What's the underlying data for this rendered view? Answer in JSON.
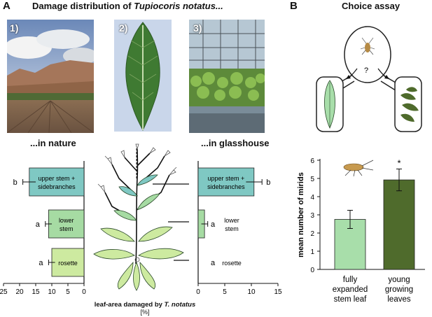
{
  "panelA": {
    "letter": "A",
    "title_prefix": "Damage distribution of ",
    "title_italic": "Tupiocoris notatus...",
    "photos": [
      {
        "num": "1)",
        "subject": "field landscape"
      },
      {
        "num": "2)",
        "subject": "single leaf"
      },
      {
        "num": "3)",
        "subject": "glasshouse"
      }
    ],
    "caption_nature": "...in nature",
    "caption_glasshouse": "...in glasshouse",
    "xlabel_prefix": "leaf-area damaged by ",
    "xlabel_italic": "T. notatus",
    "xunit": "[%]"
  },
  "panelB": {
    "letter": "B",
    "title": "Choice assay",
    "question_mark": "?",
    "significance": "*"
  },
  "colors": {
    "upper": "#7fc8c3",
    "lower": "#a6dba3",
    "rosette": "#cdeaa0",
    "barB1": "#a8deaa",
    "barB2": "#4f6b2c"
  },
  "chart_data": [
    {
      "type": "bar",
      "subtitle": "...in nature",
      "orientation": "horizontal",
      "categories": [
        "upper stem + sidebranches",
        "lower stem",
        "rosette"
      ],
      "values": [
        17,
        11,
        10
      ],
      "errors": [
        2,
        1,
        1
      ],
      "letters": [
        "b",
        "a",
        "a"
      ],
      "xlim": [
        25,
        0
      ],
      "ticks": [
        "25",
        "20",
        "15",
        "10",
        "5",
        "0"
      ],
      "xlabel": "leaf-area damaged by T. notatus [%]"
    },
    {
      "type": "bar",
      "subtitle": "...in glasshouse",
      "orientation": "horizontal",
      "categories": [
        "upper stem + sidebranches",
        "lower stem",
        "rosette"
      ],
      "values": [
        10.5,
        1.2,
        0
      ],
      "errors": [
        1.5,
        0.6,
        0
      ],
      "letters": [
        "b",
        "a",
        "a"
      ],
      "xlim": [
        0,
        15
      ],
      "ticks": [
        "0",
        "5",
        "10",
        "15"
      ],
      "xlabel": "leaf-area damaged by T. notatus [%]"
    },
    {
      "type": "bar",
      "title": "Choice assay",
      "categories": [
        "fully expanded stem leaf",
        "young growing leaves"
      ],
      "category_lines": [
        [
          "fully",
          "expanded",
          "stem leaf"
        ],
        [
          "young",
          "growing",
          "leaves"
        ]
      ],
      "values": [
        2.75,
        4.92
      ],
      "errors": [
        0.5,
        0.6
      ],
      "ylabel": "mean number of mirids",
      "ylim": [
        0,
        6
      ],
      "yticks": [
        "0",
        "1",
        "2",
        "3",
        "4",
        "5",
        "6"
      ],
      "annotations": [
        "*"
      ]
    }
  ]
}
